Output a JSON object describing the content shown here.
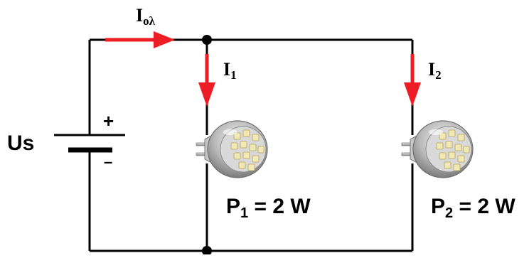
{
  "colors": {
    "wire": "#000000",
    "arrow": "#ee1c24",
    "background": "#ffffff"
  },
  "source": {
    "label": "Us",
    "plus_sign": "+",
    "minus_sign": "–"
  },
  "currents": {
    "total": {
      "main": "I",
      "subscript": "oλ"
    },
    "branch1": {
      "main": "I",
      "subscript": "1"
    },
    "branch2": {
      "main": "I",
      "subscript": "2"
    }
  },
  "loads": [
    {
      "symbol": "P",
      "subscript": "1",
      "value_text": " = 2 W",
      "icon": "led-bulb-icon"
    },
    {
      "symbol": "P",
      "subscript": "2",
      "value_text": " = 2 W",
      "icon": "led-bulb-icon"
    }
  ]
}
